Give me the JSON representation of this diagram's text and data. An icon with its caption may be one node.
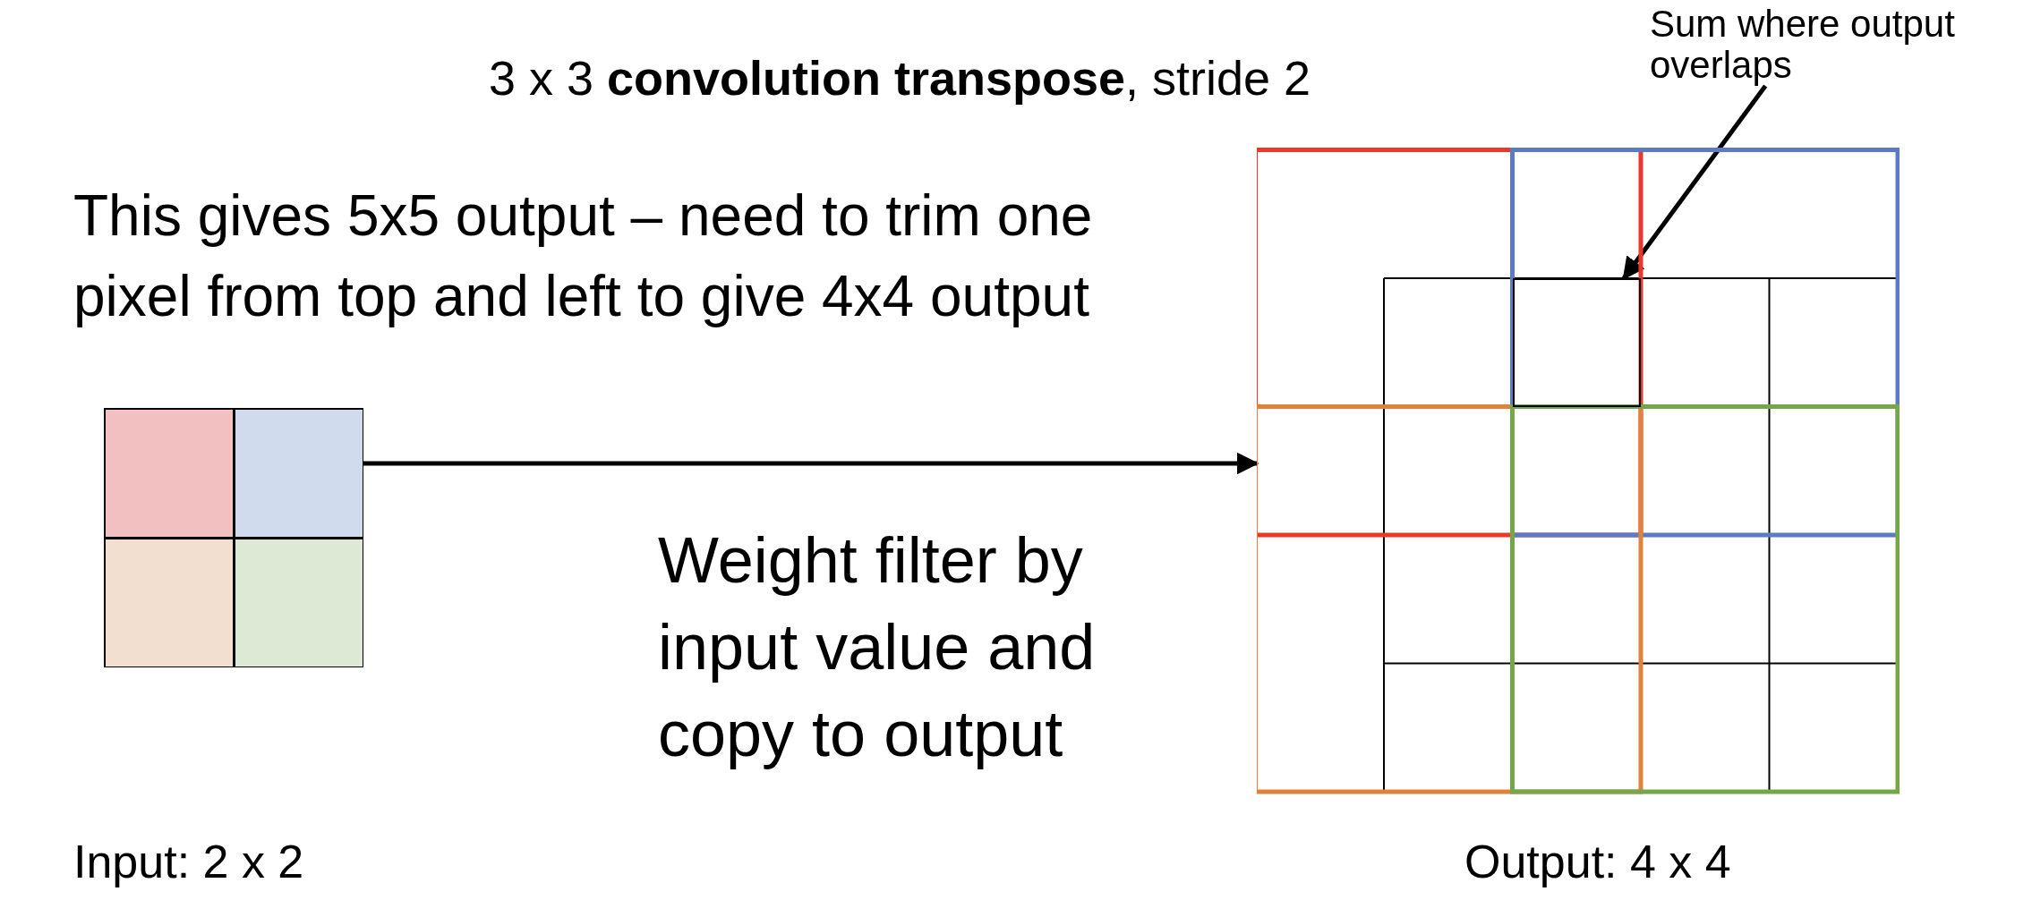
{
  "diagram": {
    "title": "3 x 3 **convolution transpose**, stride 2",
    "nodes": [
      {
        "text": [],
        "shape": "box"
      },
      {
        "text": [],
        "shape": "box"
      },
      {
        "text": [
          "Sum where output overlaps"
        ]
      },
      {
        "text": [],
        "shape": "box",
        "in": 1
      }
    ],
    "edges": [
      {
        "from": 0,
        "to": 1,
        "arrow": "to",
        "label": "Weight filter by input value and copy to output"
      },
      {
        "from": 2,
        "to": 3,
        "arrow": "to"
      }
    ],
    "labels": [
      "This gives 5x5 output – need to trim one pixel from top and left to give 4x4 output",
      "Input: 2 x 2",
      "Output: 4 x 4"
    ]
  }
}
